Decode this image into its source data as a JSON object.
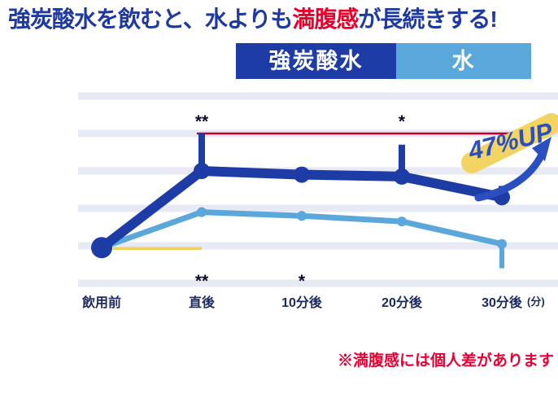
{
  "title": {
    "part1": "強炭酸水を飲むと、水よりも",
    "highlight": "満腹感",
    "part3": "が長続きする!",
    "blue": "#1e3aa0",
    "red": "#e8002d"
  },
  "legend": {
    "items": [
      {
        "label": "強炭酸水",
        "color": "#1d3ca5"
      },
      {
        "label": "水",
        "color": "#5aa7db"
      }
    ]
  },
  "chart_data": {
    "type": "line",
    "categories": [
      "飲用前",
      "直後",
      "10分後",
      "20分後",
      "30分後"
    ],
    "x_caption": "(分)",
    "series": [
      {
        "name": "強炭酸水",
        "color": "#1d3ca5",
        "values": [
          0.95,
          3.0,
          2.9,
          2.85,
          2.3
        ],
        "errors": [
          0,
          1.0,
          0,
          0.85,
          0.3
        ]
      },
      {
        "name": "水",
        "color": "#5aa7db",
        "values": [
          0.95,
          1.9,
          1.8,
          1.65,
          1.05
        ],
        "errors": [
          0,
          0,
          0,
          0,
          -0.65
        ]
      }
    ],
    "ylim": [
      0,
      5
    ],
    "grid_values": [
      0,
      1,
      2,
      3,
      4,
      5
    ],
    "grid_color": "#e7e9f4",
    "reference_line": {
      "value": 4,
      "color": "#cc0022"
    },
    "significance": [
      {
        "series": 0,
        "point": 1,
        "text": "**",
        "position": "above"
      },
      {
        "series": 0,
        "point": 3,
        "text": "*",
        "position": "above"
      },
      {
        "series": 1,
        "point": 1,
        "text": "**",
        "position": "below"
      },
      {
        "series": 1,
        "point": 2,
        "text": "*",
        "position": "below"
      }
    ],
    "baseline_highlight": {
      "from_point": 0,
      "to_point": 1,
      "value": 0.95,
      "color": "#f0cf5e"
    },
    "annotation": {
      "text": "47%UP",
      "text_color": "#2b4fc0",
      "highlight_color": "#f2d462"
    },
    "legend_position": "top"
  },
  "note": {
    "text": "※満腹感には個人差があります",
    "color": "#e60033"
  }
}
